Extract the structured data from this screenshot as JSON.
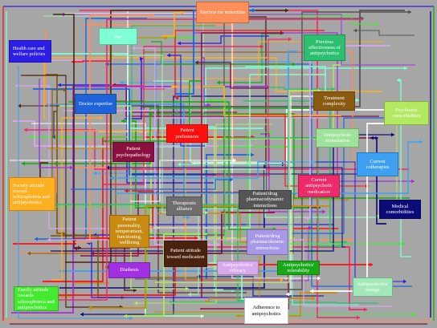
{
  "diagram": {
    "background": "#a6a6a6",
    "nodes": [
      {
        "id": "barriers",
        "label": "Barriers for minorities",
        "color": "#ff8f5a",
        "text": "#ffffff"
      },
      {
        "id": "age",
        "label": "Age",
        "color": "#7fffd4",
        "text": "#ffffff"
      },
      {
        "id": "health_care",
        "label": "Health care and welfare policies",
        "color": "#2b1ee6",
        "text": "#ffffff"
      },
      {
        "id": "previous_eff",
        "label": "Previous effectiveness of antipsychotics",
        "color": "#2bbf6f",
        "text": "#ffffff"
      },
      {
        "id": "doctor",
        "label": "Doctor expertise",
        "color": "#1f63d9",
        "text": "#ffffff"
      },
      {
        "id": "treatment_complexity",
        "label": "Treatment complexity",
        "color": "#8a5a10",
        "text": "#ffffff"
      },
      {
        "id": "psychiatric_comorb",
        "label": "Psychiatric comorbidities",
        "color": "#b3e860",
        "text": "#ffffff"
      },
      {
        "id": "patient_preferences",
        "label": "Patient preferences",
        "color": "#ff1010",
        "text": "#ffffff"
      },
      {
        "id": "antipsychotic_formulation",
        "label": "Antipsychotic formulation",
        "color": "#9fe39a",
        "text": "#ffffff"
      },
      {
        "id": "patient_psychopathology",
        "label": "Patient psychopathology",
        "color": "#8b1040",
        "text": "#ffffff"
      },
      {
        "id": "current_cotherapies",
        "label": "Current cotherapies",
        "color": "#3da0f0",
        "text": "#ffffff"
      },
      {
        "id": "current_antipsychotic",
        "label": "Current antipsychotic medication",
        "color": "#ee2a6a",
        "text": "#ffffff"
      },
      {
        "id": "society_attitude",
        "label": "Society attitude toward schizophrenia and antipsychotics",
        "color": "#ffb020",
        "text": "#ffffff"
      },
      {
        "id": "therapeutic_alliance",
        "label": "Therapeutic alliance",
        "color": "#6e6e6e",
        "text": "#ffffff"
      },
      {
        "id": "pd_interactions",
        "label": "Patient/drug pharmacodynamic interactions",
        "color": "#555555",
        "text": "#ffffff"
      },
      {
        "id": "medical_comorb",
        "label": "Medical comorbidities",
        "color": "#0c0c78",
        "text": "#ffffff"
      },
      {
        "id": "patient_personality",
        "label": "Patient personality, temperament, functioning, wellbeing",
        "color": "#c88a10",
        "text": "#ffffff"
      },
      {
        "id": "pk_interactions",
        "label": "Patient/drug pharmacokinetic interactions",
        "color": "#a898e8",
        "text": "#ffffff"
      },
      {
        "id": "patient_attitude",
        "label": "Patient attitude toward medication",
        "color": "#4a2210",
        "text": "#ffffff"
      },
      {
        "id": "diathesis",
        "label": "Diathesis",
        "color": "#a030e0",
        "text": "#ffffff"
      },
      {
        "id": "ap_efficacy",
        "label": "Antipsychotics' efficacy",
        "color": "#d8a8ec",
        "text": "#ffffff"
      },
      {
        "id": "ap_tolerability",
        "label": "Antipsychotics' tolerability",
        "color": "#18a818",
        "text": "#ffffff"
      },
      {
        "id": "ap_dosage",
        "label": "Antipsychotics' dosage",
        "color": "#a2e8b8",
        "text": "#ffffff"
      },
      {
        "id": "family_attitude",
        "label": "Family attitude towards schizophrenia and antipsychotics",
        "color": "#44ea30",
        "text": "#ffffff"
      },
      {
        "id": "adherence",
        "label": "Adherence to antipsychotics",
        "color": "#ffffff",
        "text": "#000000"
      }
    ]
  }
}
